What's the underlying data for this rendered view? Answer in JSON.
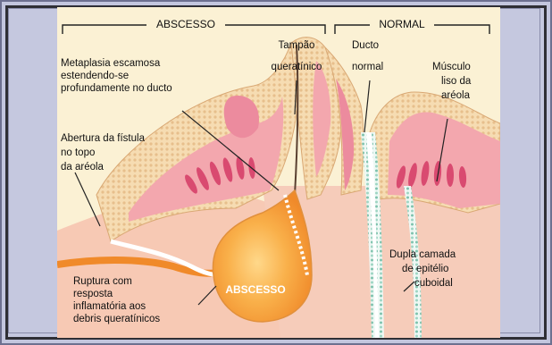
{
  "headers": {
    "abscess": "ABSCESSO",
    "normal": "NORMAL"
  },
  "labels": {
    "metaplasia": [
      "Metaplasia escamosa",
      "estendendo-se",
      "profundamente no ducto"
    ],
    "tampao": [
      "Tampão",
      "queratínico"
    ],
    "ducto": [
      "Ducto",
      "normal"
    ],
    "musculo": [
      "Músculo",
      "liso da",
      "aréola"
    ],
    "abertura": [
      "Abertura da fístula",
      "no topo",
      "da aréola"
    ],
    "dupla": [
      "Dupla camada",
      "de epitélio",
      "cuboidal"
    ],
    "ruptura": [
      "Ruptura com",
      "resposta",
      "inflamatória aos",
      "debris queratínicos"
    ],
    "abscesso_center": "ABSCESSO"
  },
  "colors": {
    "background": "#fbf1d4",
    "skin_dots": "#f1d4a8",
    "pink": "#ee9aa8",
    "muscle": "#d94a70",
    "abscess": "#f59a3a",
    "duct_dots": "#9fd0c0"
  }
}
